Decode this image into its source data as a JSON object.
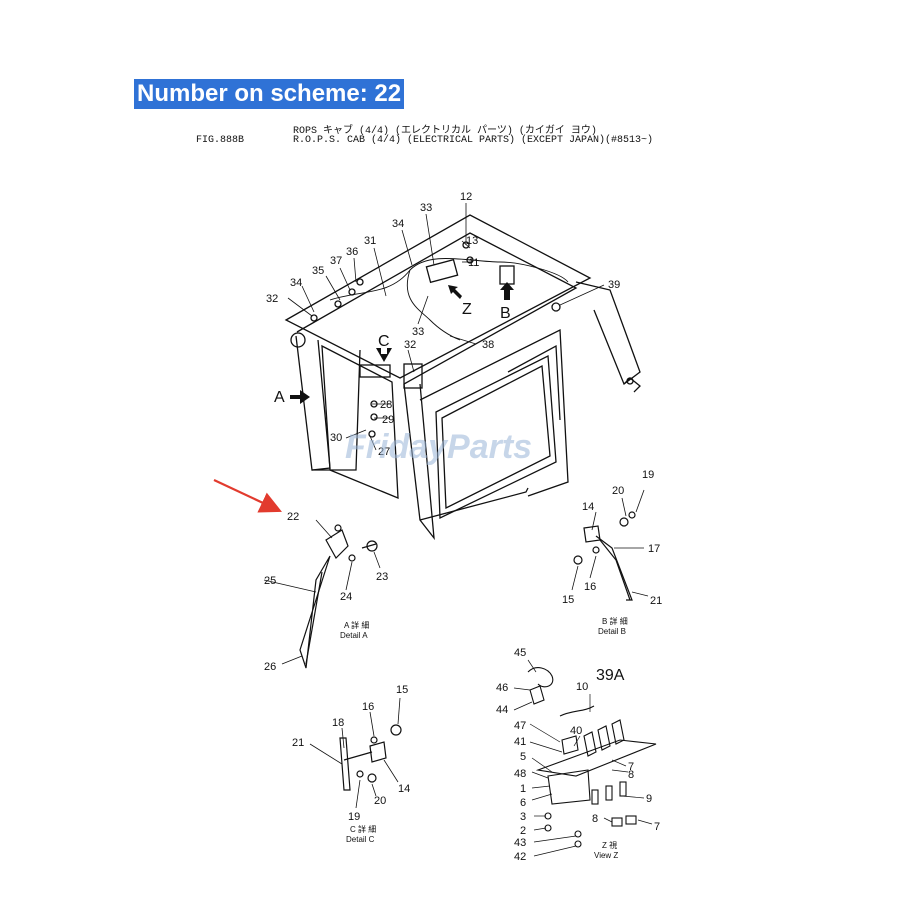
{
  "banner": {
    "text": "Number on scheme: 22"
  },
  "header": {
    "fig_id": "FIG.888B",
    "title_jp": "ROPS キャブ (4/4) (エレクトリカル パーツ) (カイガイ ヨウ)",
    "title_en": "R.O.P.S. CAB (4/4) (ELECTRICAL PARTS) (EXCEPT JAPAN)(#8513~)"
  },
  "watermark": "FridayParts",
  "colors": {
    "banner_bg": "#2f72d6",
    "arrow": "#e23b2e",
    "watermark": "#9ab6d8"
  },
  "highlight_part": "22",
  "view_arrows": {
    "a": "A",
    "b": "B",
    "c": "C",
    "z": "Z"
  },
  "detail_captions": {
    "a_jp": "A 詳 細",
    "a_en": "Detail A",
    "b_jp": "B 詳 細",
    "b_en": "Detail B",
    "c_jp": "C 詳 細",
    "c_en": "Detail C",
    "z_jp": "Z 視",
    "z_en": "View Z"
  },
  "main_labels": [
    "12",
    "33",
    "34",
    "13",
    "36",
    "31",
    "11",
    "37",
    "35",
    "34",
    "39",
    "32",
    "Z",
    "B",
    "33",
    "38",
    "C",
    "32",
    "28",
    "29",
    "30",
    "27"
  ],
  "detail_a_labels": [
    "22",
    "23",
    "24",
    "25",
    "26"
  ],
  "detail_b_labels": [
    "19",
    "20",
    "14",
    "17",
    "16",
    "15",
    "21"
  ],
  "detail_c_labels": [
    "15",
    "16",
    "18",
    "21",
    "14",
    "19",
    "20"
  ],
  "view_z_labels": [
    "45",
    "46",
    "10",
    "39A",
    "44",
    "47",
    "41",
    "40",
    "5",
    "48",
    "1",
    "6",
    "3",
    "2",
    "43",
    "42",
    "7",
    "8",
    "9",
    "8",
    "7"
  ]
}
